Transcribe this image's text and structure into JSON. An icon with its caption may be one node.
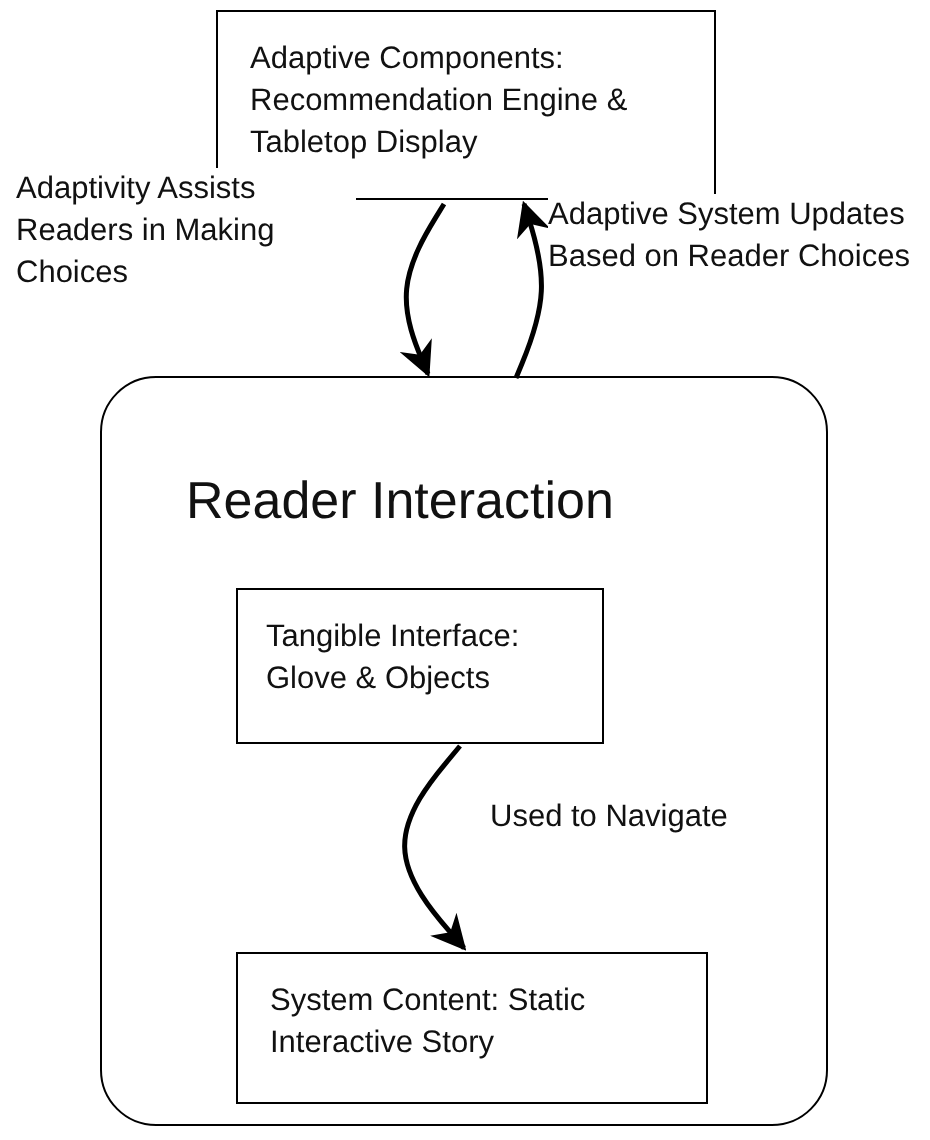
{
  "diagram": {
    "nodes": [
      {
        "text": [
          "Adaptive Components: Recommendation Engine & Tabletop Display"
        ]
      },
      {
        "text": [
          "Reader Interaction"
        ]
      },
      {
        "text": [
          "Tangible Interface: Glove & Objects"
        ],
        "in": 1
      },
      {
        "text": [
          "System Content: Static Interactive Story"
        ],
        "in": 1
      }
    ],
    "edges": [
      {
        "from": 0,
        "to": 1,
        "arrow": "to",
        "label": "Adaptivity Assists Readers in Making Choices"
      },
      {
        "from": 1,
        "to": 0,
        "arrow": "to",
        "label": "Adaptive System Updates Based on Reader Choices"
      },
      {
        "from": 2,
        "to": 3,
        "arrow": "to",
        "label": "Used to Navigate"
      }
    ]
  }
}
